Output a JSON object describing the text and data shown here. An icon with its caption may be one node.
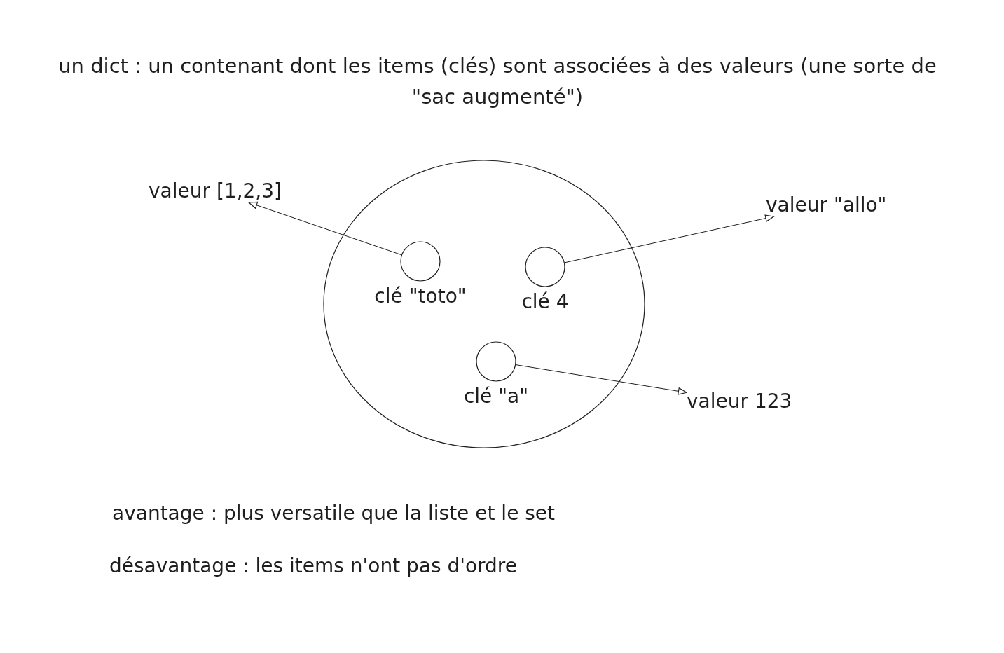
{
  "diagram": {
    "title": "un dict : un contenant dont les items (clés) sont associées à des valeurs (une sorte de \"sac augmenté\")",
    "nodes": [
      {
        "text": [],
        "shape": "circle"
      },
      {
        "text": [
          "clé \"toto\""
        ],
        "in": 0
      },
      {
        "text": [
          "clé 4"
        ],
        "in": 0
      },
      {
        "text": [
          "clé \"a\""
        ],
        "in": 0
      },
      {
        "text": [
          "valeur [1,2,3]"
        ]
      },
      {
        "text": [
          "valeur \"allo\""
        ]
      },
      {
        "text": [
          "valeur 123"
        ]
      }
    ],
    "edges": [
      {
        "from": 1,
        "to": 4,
        "arrow": "to"
      },
      {
        "from": 2,
        "to": 5,
        "arrow": "to"
      },
      {
        "from": 3,
        "to": 6,
        "arrow": "to"
      }
    ],
    "labels": [
      "avantage : plus versatile que la liste et le set",
      "désavantage : les items n'ont pas d'ordre"
    ]
  }
}
